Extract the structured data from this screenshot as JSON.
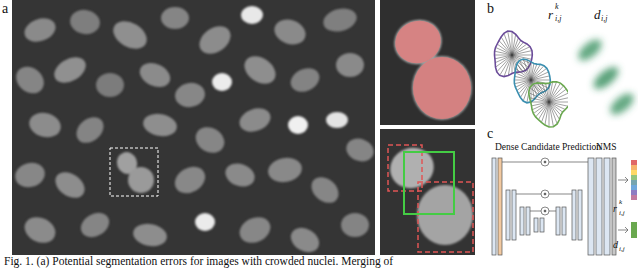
{
  "diagram": {
    "caption": "Fig. 1. (a) Potential segmentation errors for images with crowded nuclei. Merging of",
    "labels": [
      "a",
      "b",
      "c",
      "r",
      "k",
      "i,j",
      "d",
      "i,j",
      "Dense Candidate Prediction",
      "NMS",
      "r",
      "k",
      "i,j",
      "d",
      "i,j"
    ]
  }
}
